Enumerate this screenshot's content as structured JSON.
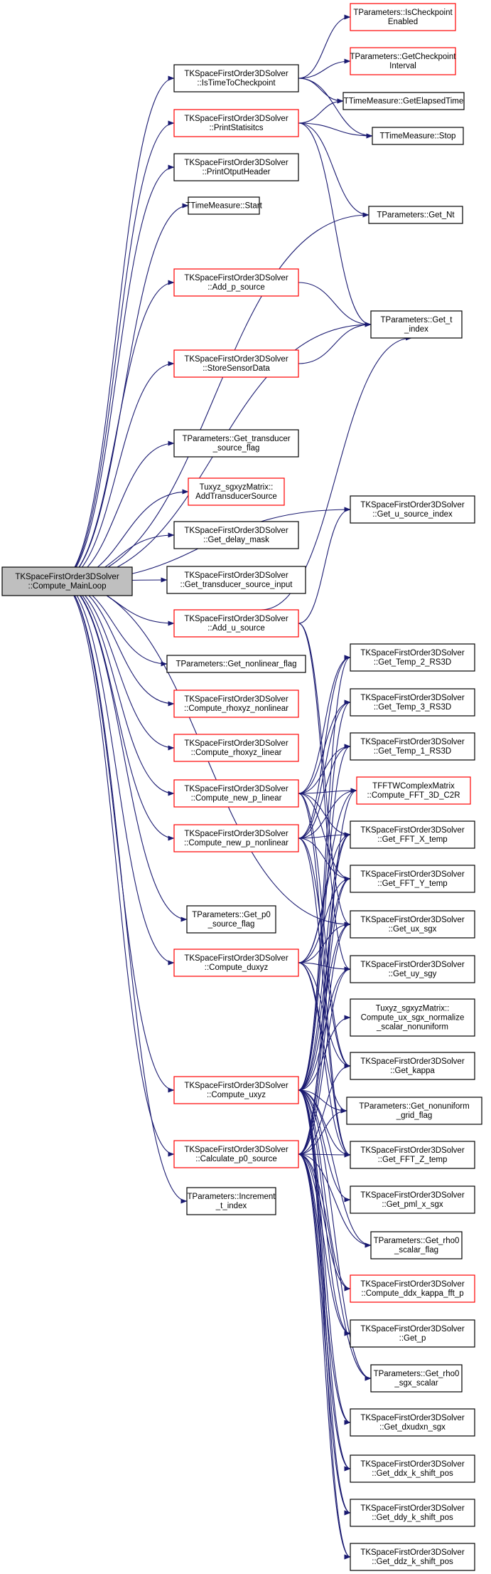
{
  "colors": {
    "edge": "#191970",
    "border_black": "#000000",
    "border_red": "#ff0000",
    "root_fill": "#bfbfbf"
  },
  "nodes": {
    "root": {
      "lines": [
        "TKSpaceFirstOrder3DSolver",
        "::Compute_MainLoop"
      ],
      "style": "root"
    },
    "isTimeCk": {
      "lines": [
        "TKSpaceFirstOrder3DSolver",
        "::IsTimeToCheckpoint"
      ],
      "style": "black"
    },
    "printStats": {
      "lines": [
        "TKSpaceFirstOrder3DSolver",
        "::PrintStatisitcs"
      ],
      "style": "red"
    },
    "printHdr": {
      "lines": [
        "TKSpaceFirstOrder3DSolver",
        "::PrintOtputHeader"
      ],
      "style": "black"
    },
    "tmStart": {
      "lines": [
        "TTimeMeasure::Start"
      ],
      "style": "black"
    },
    "addP": {
      "lines": [
        "TKSpaceFirstOrder3DSolver",
        "::Add_p_source"
      ],
      "style": "red"
    },
    "storeSens": {
      "lines": [
        "TKSpaceFirstOrder3DSolver",
        "::StoreSensorData"
      ],
      "style": "red"
    },
    "getTransFlag": {
      "lines": [
        "TParameters::Get_transducer",
        "_source_flag"
      ],
      "style": "black"
    },
    "addTrans": {
      "lines": [
        "Tuxyz_sgxyzMatrix::",
        "AddTransducerSource"
      ],
      "style": "red"
    },
    "getDelay": {
      "lines": [
        "TKSpaceFirstOrder3DSolver",
        "::Get_delay_mask"
      ],
      "style": "black"
    },
    "getTransInp": {
      "lines": [
        "TKSpaceFirstOrder3DSolver",
        "::Get_transducer_source_input"
      ],
      "style": "black"
    },
    "addU": {
      "lines": [
        "TKSpaceFirstOrder3DSolver",
        "::Add_u_source"
      ],
      "style": "red"
    },
    "getNonlin": {
      "lines": [
        "TParameters::Get_nonlinear_flag"
      ],
      "style": "black"
    },
    "rhoNonlin": {
      "lines": [
        "TKSpaceFirstOrder3DSolver",
        "::Compute_rhoxyz_nonlinear"
      ],
      "style": "red"
    },
    "rhoLin": {
      "lines": [
        "TKSpaceFirstOrder3DSolver",
        "::Compute_rhoxyz_linear"
      ],
      "style": "red"
    },
    "newPLin": {
      "lines": [
        "TKSpaceFirstOrder3DSolver",
        "::Compute_new_p_linear"
      ],
      "style": "red"
    },
    "newPNonlin": {
      "lines": [
        "TKSpaceFirstOrder3DSolver",
        "::Compute_new_p_nonlinear"
      ],
      "style": "red"
    },
    "getP0Flag": {
      "lines": [
        "TParameters::Get_p0",
        "_source_flag"
      ],
      "style": "black"
    },
    "duxyz": {
      "lines": [
        "TKSpaceFirstOrder3DSolver",
        "::Compute_duxyz"
      ],
      "style": "red"
    },
    "uxyz": {
      "lines": [
        "TKSpaceFirstOrder3DSolver",
        "::Compute_uxyz"
      ],
      "style": "red"
    },
    "calcP0": {
      "lines": [
        "TKSpaceFirstOrder3DSolver",
        "::Calculate_p0_source"
      ],
      "style": "red"
    },
    "incT": {
      "lines": [
        "TParameters::Increment",
        "_t_index"
      ],
      "style": "black"
    },
    "isCkEnabled": {
      "lines": [
        "TParameters::IsCheckpoint",
        "Enabled"
      ],
      "style": "red"
    },
    "getCkInt": {
      "lines": [
        "TParameters::GetCheckpoint",
        "Interval"
      ],
      "style": "red"
    },
    "tmElapsed": {
      "lines": [
        "TTimeMeasure::GetElapsedTime"
      ],
      "style": "black"
    },
    "tmStop": {
      "lines": [
        "TTimeMeasure::Stop"
      ],
      "style": "black"
    },
    "getNt": {
      "lines": [
        "TParameters::Get_Nt"
      ],
      "style": "black"
    },
    "getT": {
      "lines": [
        "TParameters::Get_t",
        "_index"
      ],
      "style": "black"
    },
    "getUSrcIdx": {
      "lines": [
        "TKSpaceFirstOrder3DSolver",
        "::Get_u_source_index"
      ],
      "style": "black"
    },
    "temp2": {
      "lines": [
        "TKSpaceFirstOrder3DSolver",
        "::Get_Temp_2_RS3D"
      ],
      "style": "black"
    },
    "temp3": {
      "lines": [
        "TKSpaceFirstOrder3DSolver",
        "::Get_Temp_3_RS3D"
      ],
      "style": "black"
    },
    "temp1": {
      "lines": [
        "TKSpaceFirstOrder3DSolver",
        "::Get_Temp_1_RS3D"
      ],
      "style": "black"
    },
    "fftC2R": {
      "lines": [
        "TFFTWComplexMatrix",
        "::Compute_FFT_3D_C2R"
      ],
      "style": "red"
    },
    "fftX": {
      "lines": [
        "TKSpaceFirstOrder3DSolver",
        "::Get_FFT_X_temp"
      ],
      "style": "black"
    },
    "fftY": {
      "lines": [
        "TKSpaceFirstOrder3DSolver",
        "::Get_FFT_Y_temp"
      ],
      "style": "black"
    },
    "uxSgx": {
      "lines": [
        "TKSpaceFirstOrder3DSolver",
        "::Get_ux_sgx"
      ],
      "style": "black"
    },
    "uySgy": {
      "lines": [
        "TKSpaceFirstOrder3DSolver",
        "::Get_uy_sgy"
      ],
      "style": "black"
    },
    "normNonuni": {
      "lines": [
        "Tuxyz_sgxyzMatrix::",
        "Compute_ux_sgx_normalize",
        "_scalar_nonuniform"
      ],
      "style": "black"
    },
    "kappa": {
      "lines": [
        "TKSpaceFirstOrder3DSolver",
        "::Get_kappa"
      ],
      "style": "black"
    },
    "nonuniFlag": {
      "lines": [
        "TParameters::Get_nonuniform",
        "_grid_flag"
      ],
      "style": "black"
    },
    "fftZ": {
      "lines": [
        "TKSpaceFirstOrder3DSolver",
        "::Get_FFT_Z_temp"
      ],
      "style": "black"
    },
    "pmlX": {
      "lines": [
        "TKSpaceFirstOrder3DSolver",
        "::Get_pml_x_sgx"
      ],
      "style": "black"
    },
    "rho0Flag": {
      "lines": [
        "TParameters::Get_rho0",
        "_scalar_flag"
      ],
      "style": "black"
    },
    "ddxKappa": {
      "lines": [
        "TKSpaceFirstOrder3DSolver",
        "::Compute_ddx_kappa_fft_p"
      ],
      "style": "red"
    },
    "getP": {
      "lines": [
        "TKSpaceFirstOrder3DSolver",
        "::Get_p"
      ],
      "style": "black"
    },
    "rho0Sgx": {
      "lines": [
        "TParameters::Get_rho0",
        "_sgx_scalar"
      ],
      "style": "black"
    },
    "dxudxn": {
      "lines": [
        "TKSpaceFirstOrder3DSolver",
        "::Get_dxudxn_sgx"
      ],
      "style": "black"
    },
    "ddxK": {
      "lines": [
        "TKSpaceFirstOrder3DSolver",
        "::Get_ddx_k_shift_pos"
      ],
      "style": "black"
    },
    "ddyK": {
      "lines": [
        "TKSpaceFirstOrder3DSolver",
        "::Get_ddy_k_shift_pos"
      ],
      "style": "black"
    },
    "ddzK": {
      "lines": [
        "TKSpaceFirstOrder3DSolver",
        "::Get_ddz_k_shift_pos"
      ],
      "style": "black"
    }
  },
  "edges": [
    [
      "root",
      "isTimeCk"
    ],
    [
      "root",
      "printStats"
    ],
    [
      "root",
      "printHdr"
    ],
    [
      "root",
      "tmStart"
    ],
    [
      "root",
      "getNt"
    ],
    [
      "root",
      "addP"
    ],
    [
      "root",
      "getT"
    ],
    [
      "root",
      "storeSens"
    ],
    [
      "root",
      "getUSrcIdx"
    ],
    [
      "root",
      "getTransFlag"
    ],
    [
      "root",
      "addTrans"
    ],
    [
      "root",
      "getDelay"
    ],
    [
      "root",
      "getTransInp"
    ],
    [
      "root",
      "addU"
    ],
    [
      "root",
      "getNonlin"
    ],
    [
      "root",
      "rhoNonlin"
    ],
    [
      "root",
      "rhoLin"
    ],
    [
      "root",
      "newPLin"
    ],
    [
      "root",
      "newPNonlin"
    ],
    [
      "root",
      "uxSgx"
    ],
    [
      "root",
      "getP0Flag"
    ],
    [
      "root",
      "duxyz"
    ],
    [
      "root",
      "uxyz"
    ],
    [
      "root",
      "calcP0"
    ],
    [
      "root",
      "incT"
    ],
    [
      "isTimeCk",
      "isCkEnabled"
    ],
    [
      "isTimeCk",
      "getCkInt"
    ],
    [
      "isTimeCk",
      "tmElapsed"
    ],
    [
      "isTimeCk",
      "tmStop"
    ],
    [
      "printStats",
      "tmElapsed"
    ],
    [
      "printStats",
      "tmStop"
    ],
    [
      "printStats",
      "getNt"
    ],
    [
      "printStats",
      "getT"
    ],
    [
      "addP",
      "getT"
    ],
    [
      "storeSens",
      "getT"
    ],
    [
      "addU",
      "getT"
    ],
    [
      "addU",
      "getUSrcIdx"
    ],
    [
      "addU",
      "uxSgx"
    ],
    [
      "addU",
      "uySgy"
    ],
    [
      "newPLin",
      "temp2"
    ],
    [
      "newPLin",
      "temp3"
    ],
    [
      "newPLin",
      "temp1"
    ],
    [
      "newPLin",
      "fftC2R"
    ],
    [
      "newPLin",
      "fftX"
    ],
    [
      "newPLin",
      "fftY"
    ],
    [
      "newPLin",
      "fftZ"
    ],
    [
      "newPLin",
      "kappa"
    ],
    [
      "newPNonlin",
      "temp2"
    ],
    [
      "newPNonlin",
      "temp3"
    ],
    [
      "newPNonlin",
      "temp1"
    ],
    [
      "newPNonlin",
      "fftC2R"
    ],
    [
      "newPNonlin",
      "fftX"
    ],
    [
      "newPNonlin",
      "fftY"
    ],
    [
      "newPNonlin",
      "fftZ"
    ],
    [
      "newPNonlin",
      "kappa"
    ],
    [
      "duxyz",
      "fftC2R"
    ],
    [
      "duxyz",
      "fftX"
    ],
    [
      "duxyz",
      "fftY"
    ],
    [
      "duxyz",
      "uxSgx"
    ],
    [
      "duxyz",
      "uySgy"
    ],
    [
      "duxyz",
      "kappa"
    ],
    [
      "duxyz",
      "nonuniFlag"
    ],
    [
      "duxyz",
      "fftZ"
    ],
    [
      "uxyz",
      "temp2"
    ],
    [
      "uxyz",
      "temp3"
    ],
    [
      "uxyz",
      "temp1"
    ],
    [
      "uxyz",
      "fftX"
    ],
    [
      "uxyz",
      "fftY"
    ],
    [
      "uxyz",
      "uxSgx"
    ],
    [
      "uxyz",
      "uySgy"
    ],
    [
      "uxyz",
      "normNonuni"
    ],
    [
      "uxyz",
      "nonuniFlag"
    ],
    [
      "uxyz",
      "fftZ"
    ],
    [
      "uxyz",
      "pmlX"
    ],
    [
      "uxyz",
      "rho0Flag"
    ],
    [
      "uxyz",
      "ddxKappa"
    ],
    [
      "uxyz",
      "getP"
    ],
    [
      "uxyz",
      "rho0Sgx"
    ],
    [
      "uxyz",
      "dxudxn"
    ],
    [
      "uxyz",
      "ddxK"
    ],
    [
      "uxyz",
      "ddyK"
    ],
    [
      "uxyz",
      "ddzK"
    ],
    [
      "calcP0",
      "fftC2R"
    ],
    [
      "calcP0",
      "fftX"
    ],
    [
      "calcP0",
      "fftY"
    ],
    [
      "calcP0",
      "uxSgx"
    ],
    [
      "calcP0",
      "uySgy"
    ],
    [
      "calcP0",
      "kappa"
    ],
    [
      "calcP0",
      "nonuniFlag"
    ],
    [
      "calcP0",
      "fftZ"
    ],
    [
      "calcP0",
      "rho0Flag"
    ],
    [
      "calcP0",
      "ddxKappa"
    ],
    [
      "calcP0",
      "getP"
    ],
    [
      "calcP0",
      "rho0Sgx"
    ],
    [
      "calcP0",
      "dxudxn"
    ],
    [
      "calcP0",
      "ddxK"
    ],
    [
      "calcP0",
      "ddyK"
    ],
    [
      "calcP0",
      "ddzK"
    ]
  ]
}
